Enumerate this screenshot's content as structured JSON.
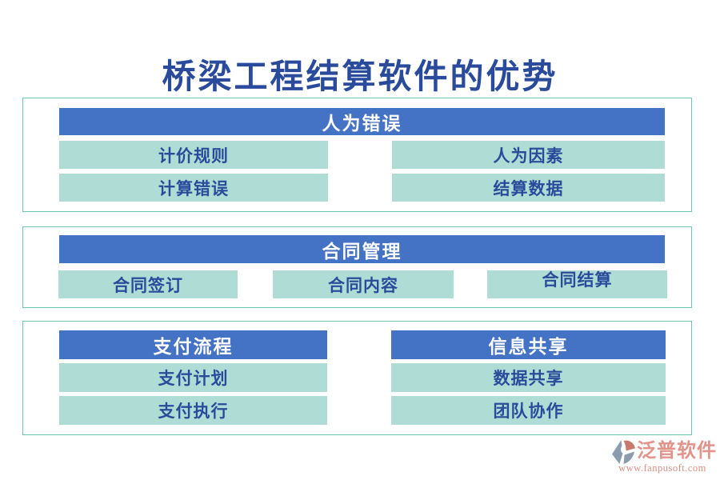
{
  "page": {
    "title": "桥梁工程结算软件的优势"
  },
  "colors": {
    "title_text": "#2A4B9B",
    "header_bg": "#4472C4",
    "header_text": "#FFFFFF",
    "item_bg": "#AFDCD4",
    "item_text": "#2A4B9B",
    "section_border": "#6FC5B5",
    "logo_coral": "#E2938A",
    "logo_slate": "#8C9CAF"
  },
  "sections": [
    {
      "header": "人为错误",
      "items": [
        "计价规则",
        "人为因素",
        "计算错误",
        "结算数据"
      ]
    },
    {
      "header": "合同管理",
      "items": [
        "合同签订",
        "合同内容",
        "合同结算"
      ]
    },
    {
      "columns": [
        {
          "header": "支付流程",
          "items": [
            "支付计划",
            "支付执行"
          ]
        },
        {
          "header": "信息共享",
          "items": [
            "数据共享",
            "团队协作"
          ]
        }
      ]
    }
  ],
  "logo": {
    "name": "泛普软件",
    "url": "www.fanpusoft.com"
  }
}
